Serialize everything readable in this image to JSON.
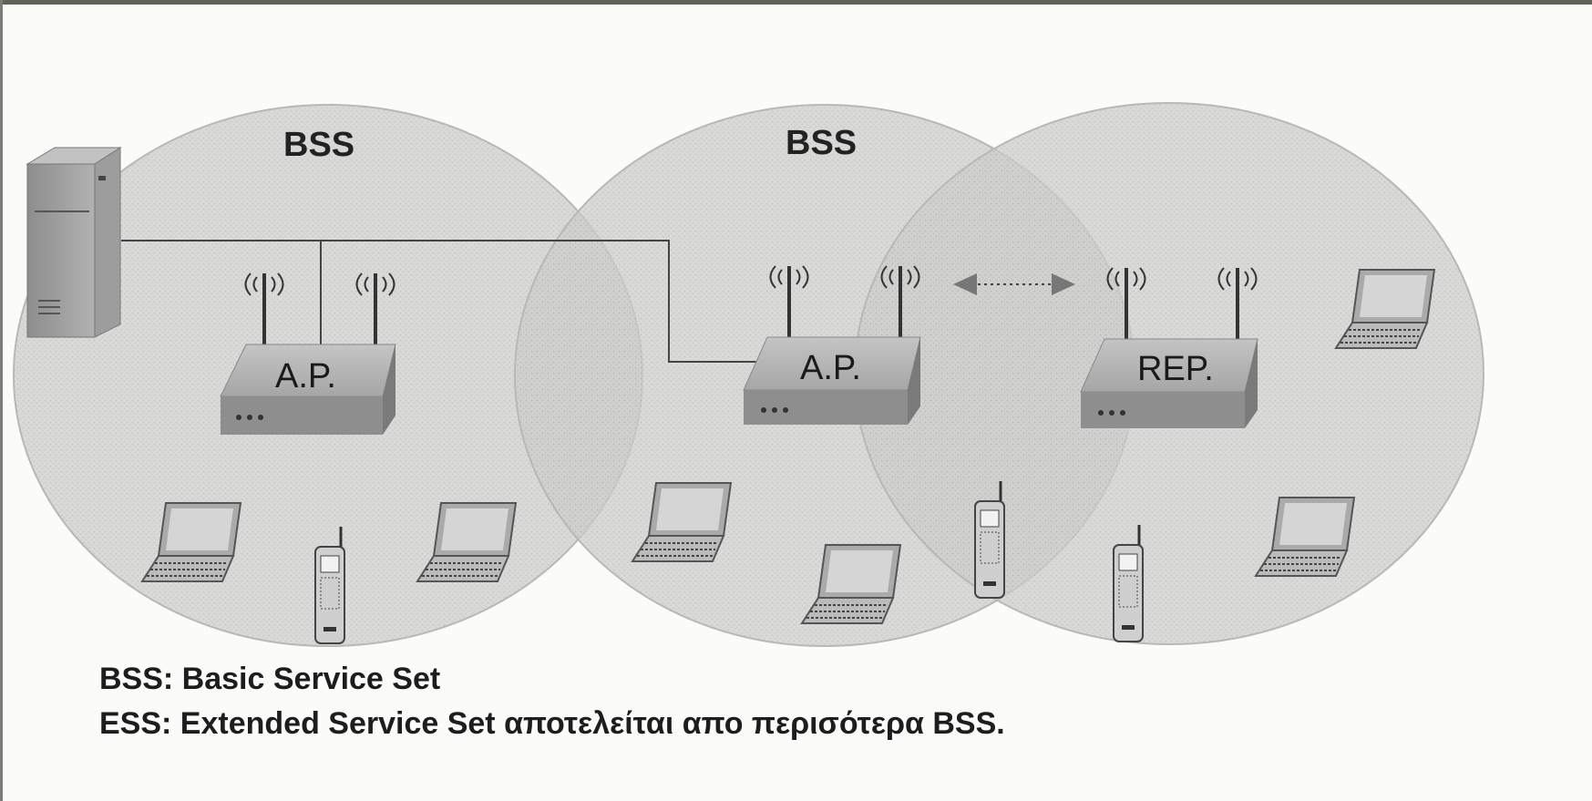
{
  "diagram": {
    "bss_labels": [
      "BSS",
      "BSS"
    ],
    "device_labels": {
      "ap_left": "A.P.",
      "ap_middle": "A.P.",
      "repeater": "REP."
    }
  },
  "legend": {
    "line1": "BSS: Basic Service Set",
    "line2": "ESS: Extended Service Set αποτελείται απο περισότερα BSS."
  },
  "colors": {
    "cell_fill": "#c8c8c8",
    "device_body": "#9a9a9a",
    "line": "#444444"
  }
}
